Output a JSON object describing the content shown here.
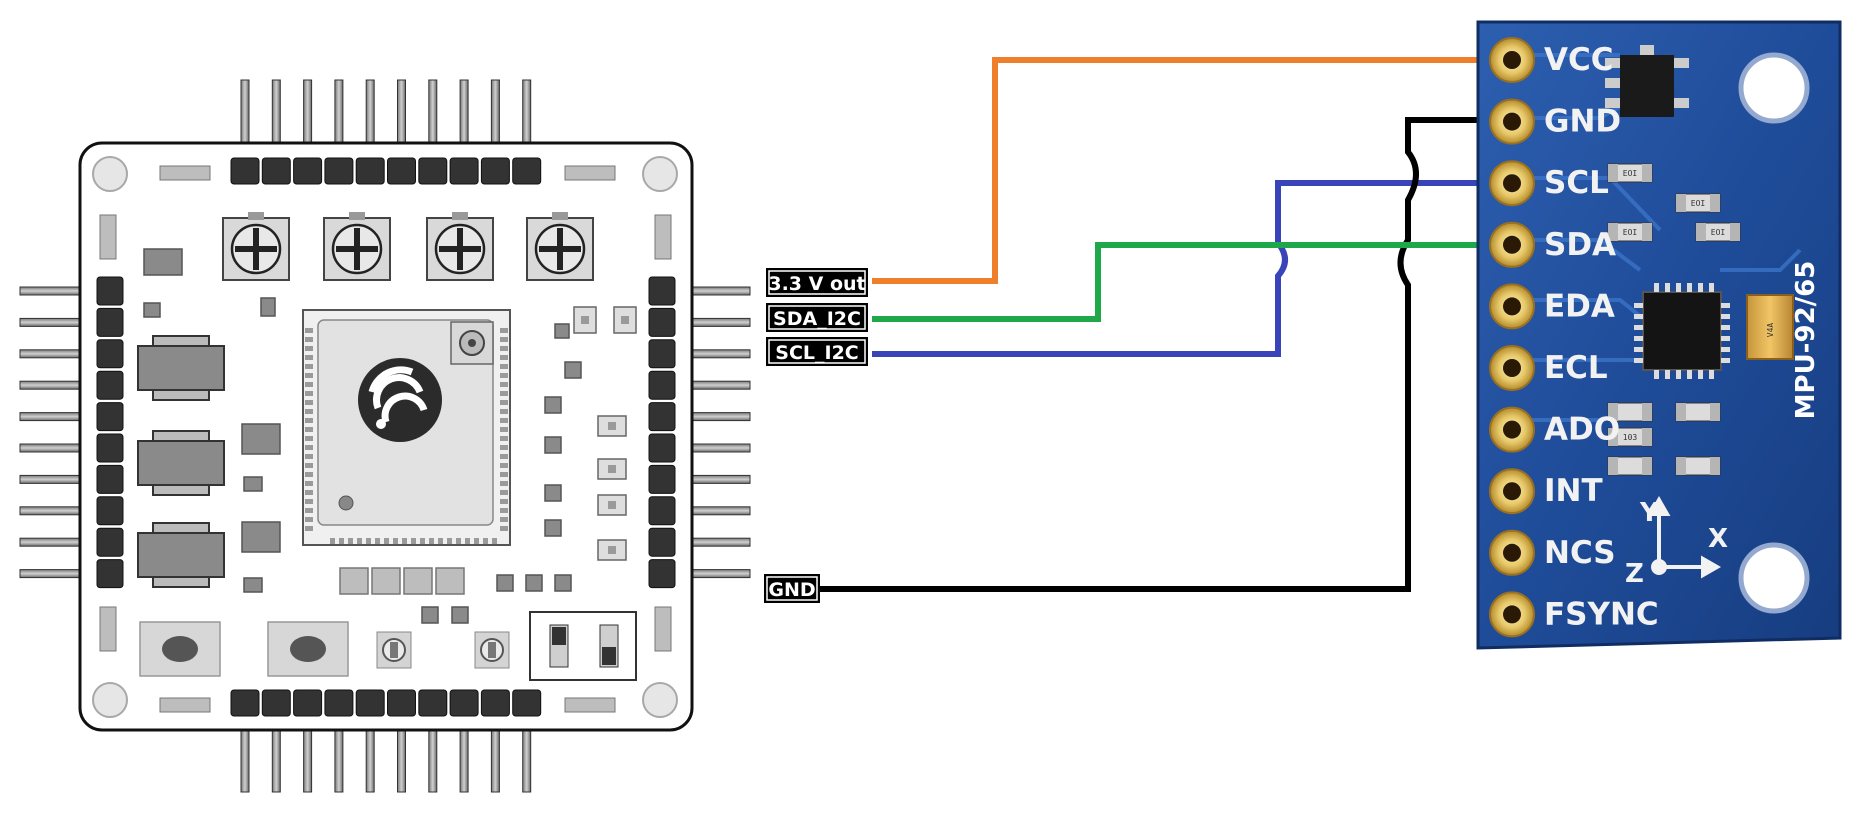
{
  "controller_board": {
    "connections": [
      {
        "id": "vout",
        "label": "3.3 V out",
        "color": "#ef7f2a"
      },
      {
        "id": "sda",
        "label": "SDA_I2C",
        "color": "#1fa84a"
      },
      {
        "id": "scl",
        "label": "SCL_I2C",
        "color": "#3a44b9"
      },
      {
        "id": "gnd",
        "label": "GND",
        "color": "#000000"
      }
    ]
  },
  "sensor_module": {
    "name": "MPU-92/65",
    "pins": [
      "VCC",
      "GND",
      "SCL",
      "SDA",
      "EDA",
      "ECL",
      "ADO",
      "INT",
      "NCS",
      "FSYNC"
    ],
    "axes": {
      "x": "X",
      "y": "Y",
      "z": "Z"
    },
    "component_markings": [
      "EOI",
      "EOI",
      "EOI",
      "EOI",
      "103"
    ],
    "capacitor_marking": "V4A"
  }
}
